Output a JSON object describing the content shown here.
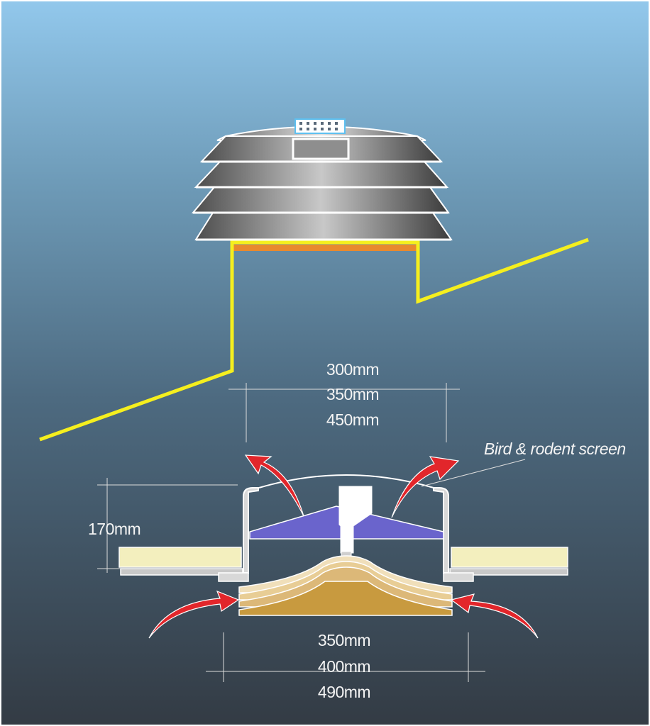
{
  "labels": {
    "top_width_1": "300mm",
    "top_width_2": "350mm",
    "top_width_3": "450mm",
    "screen": "Bird & rodent screen",
    "height": "170mm",
    "base_width_1": "350mm",
    "base_width_2": "400mm",
    "base_width_3": "490mm"
  },
  "colors": {
    "sky_top": "#92c8ec",
    "sky_bottom": "#333b44",
    "roof_line": "#f5ef1e",
    "flashing_strip": "#e8892e",
    "cap_fins": "#8e8e8e",
    "deflector": "#6a64cc",
    "airflow_arrow": "#e2262b",
    "insulation": "#f3efbe",
    "base_cone": "#c89a3f"
  }
}
